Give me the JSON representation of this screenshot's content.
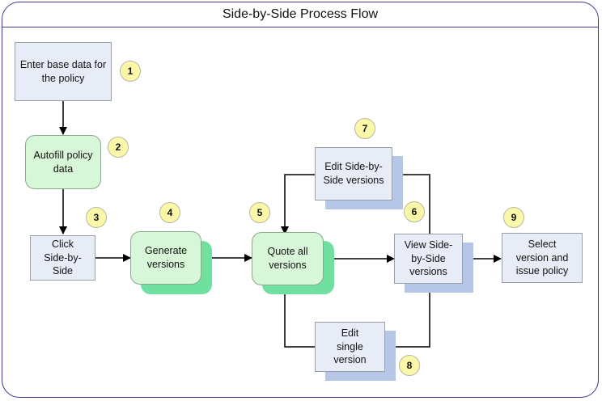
{
  "title": "Side-by-Side Process Flow",
  "steps": {
    "enter_base": {
      "label": "Enter base data for the policy",
      "number": "1"
    },
    "autofill": {
      "label": "Autofill policy data",
      "number": "2"
    },
    "click_sbs": {
      "label": "Click Side-by-Side",
      "number": "3"
    },
    "generate": {
      "label": "Generate versions",
      "number": "4"
    },
    "quote_all": {
      "label": "Quote all versions",
      "number": "5"
    },
    "view_sbs": {
      "label": "View Side-by-Side versions",
      "number": "6"
    },
    "edit_sbs": {
      "label": "Edit Side-by-Side versions",
      "number": "7"
    },
    "edit_single": {
      "label": "Edit single version",
      "number": "8"
    },
    "select_issue": {
      "label": "Select version and issue policy",
      "number": "9"
    }
  },
  "colors": {
    "frame": "#3b3b8f",
    "process_box": "#e7ecf6",
    "rounded_box": "#d8f6d8",
    "shadow_blue": "#b5c6e6",
    "shadow_green": "#6fe0a0",
    "badge": "#fbf7a8"
  }
}
